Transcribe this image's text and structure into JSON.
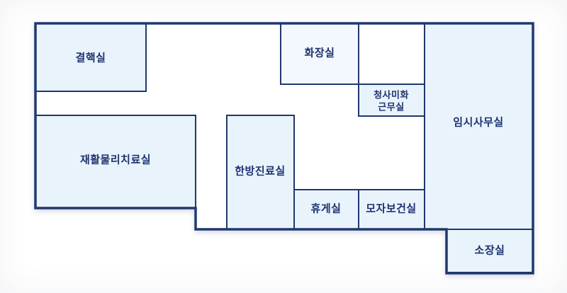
{
  "floorplan": {
    "title": "office-floor-plan",
    "colors": {
      "wall": "#20386e",
      "room_fill": "#e9f3fc",
      "restroom_fill": "#f3f8fe",
      "unlabeled_fill": "#ffffff",
      "label_text": "#1e326e",
      "background": "#ffffff"
    },
    "rooms": [
      {
        "id": "tuberculosis-room",
        "label": "결핵실"
      },
      {
        "id": "restroom",
        "label": "화장실"
      },
      {
        "id": "unlabeled-room",
        "label": ""
      },
      {
        "id": "cleaning-staff-room",
        "label": "청사미화",
        "label2": "근무실"
      },
      {
        "id": "temporary-office",
        "label": "임시사무실"
      },
      {
        "id": "rehab-physical-therapy-room",
        "label": "재활물리치료실"
      },
      {
        "id": "oriental-medicine-clinic",
        "label": "한방진료실"
      },
      {
        "id": "lounge",
        "label": "휴게실"
      },
      {
        "id": "maternal-child-health-room",
        "label": "모자보건실"
      },
      {
        "id": "director-office",
        "label": "소장실"
      }
    ]
  }
}
